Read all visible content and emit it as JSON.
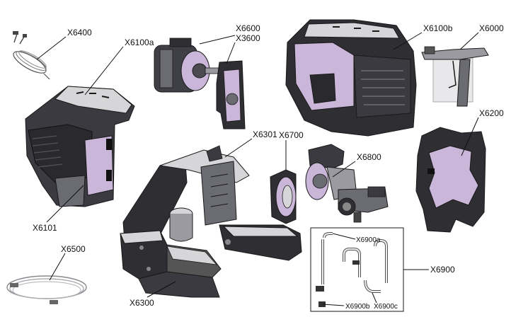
{
  "colors": {
    "part_fill": "#c9b6d8",
    "part_dark": "#2e2e33",
    "part_mid": "#6b6b72",
    "outline": "#1a1a1a",
    "label": "#111111"
  },
  "labels": {
    "x6400": "X6400",
    "x6100a": "X6100a",
    "x6600": "X6600",
    "x3600": "X3600",
    "x6100b": "X6100b",
    "x6000": "X6000",
    "x6200": "X6200",
    "x6301": "X6301",
    "x6700": "X6700",
    "x6800": "X6800",
    "x6101": "X6101",
    "x6500": "X6500",
    "x6300": "X6300",
    "x6900": "X6900",
    "x6900a": "X6900a",
    "x6900b": "X6900b",
    "x6900c": "X6900c"
  }
}
